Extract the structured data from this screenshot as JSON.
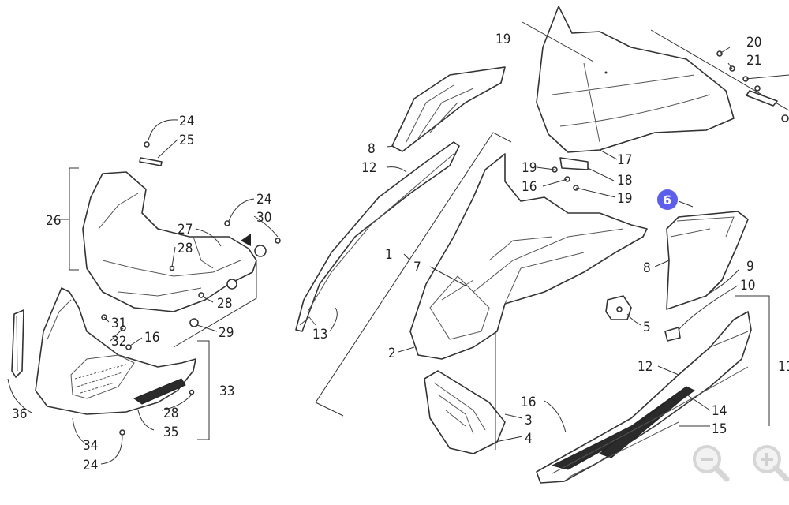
{
  "diagram": {
    "highlight_color": "#5b5ef0",
    "highlighted_callout": "6",
    "callouts": [
      "19",
      "20",
      "21",
      "8",
      "12",
      "19",
      "16",
      "18",
      "19",
      "17",
      "6",
      "1",
      "7",
      "8",
      "9",
      "10",
      "13",
      "2",
      "5",
      "12",
      "11",
      "14",
      "15",
      "16",
      "3",
      "4",
      "24",
      "25",
      "26",
      "27",
      "28",
      "24",
      "30",
      "28",
      "29",
      "31",
      "32",
      "16",
      "33",
      "36",
      "28",
      "35",
      "34",
      "24"
    ]
  },
  "controls": {
    "zoom_out_icon": "zoom-out-icon",
    "zoom_in_icon": "zoom-in-icon"
  }
}
